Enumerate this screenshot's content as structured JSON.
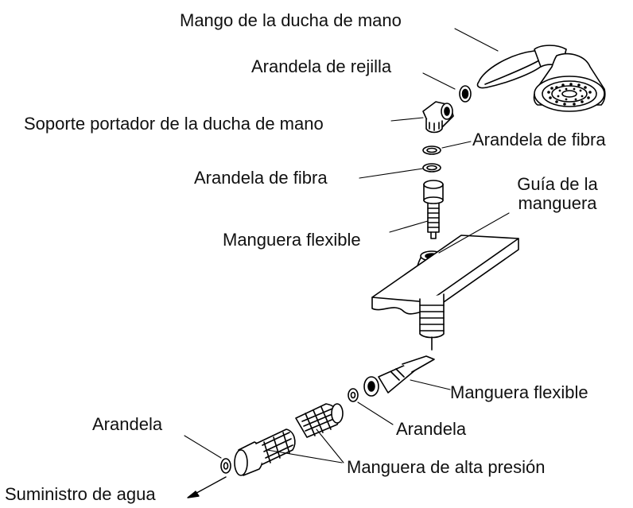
{
  "labels": {
    "handle": "Mango de la ducha de mano",
    "screen_washer": "Arandela de rejilla",
    "holder": "Soporte portador de la ducha de mano",
    "fiber_washer_right": "Arandela de fibra",
    "fiber_washer_left": "Arandela de fibra",
    "hose_guide_line1": "Guía de la",
    "hose_guide_line2": "manguera",
    "flex_hose_upper": "Manguera flexible",
    "flex_hose_lower": "Manguera flexible",
    "washer_right": "Arandela",
    "washer_left": "Arandela",
    "high_pressure_hose": "Manguera de alta presión",
    "water_supply": "Suministro de agua"
  }
}
